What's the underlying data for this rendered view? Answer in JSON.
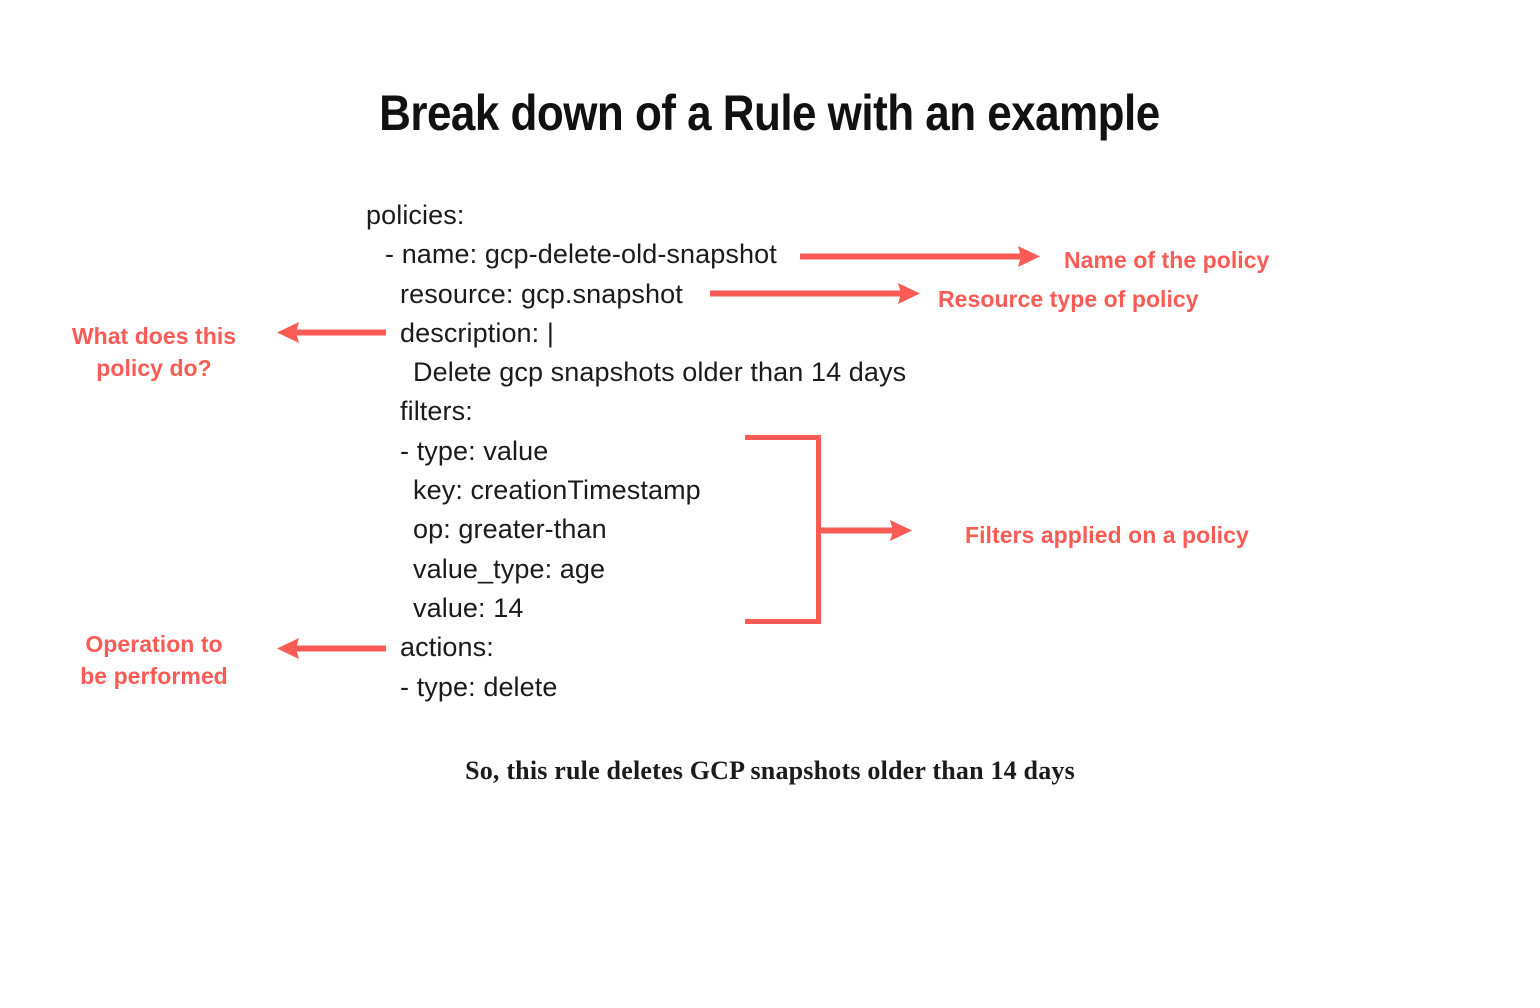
{
  "page": {
    "title": "Break down of a Rule with an example",
    "background_color": "#ffffff",
    "accent_color": "#fa5b55",
    "text_color": "#1b1b1b",
    "caption": "So, this rule deletes GCP snapshots older than 14 days"
  },
  "code": {
    "language": "yaml",
    "lines": [
      {
        "indent": 0,
        "text": "policies:"
      },
      {
        "indent": 1,
        "text": "- name: gcp-delete-old-snapshot"
      },
      {
        "indent": 2,
        "text": "resource: gcp.snapshot"
      },
      {
        "indent": 2,
        "text": "description: |"
      },
      {
        "indent": 3,
        "text": "Delete gcp snapshots older than 14 days"
      },
      {
        "indent": 2,
        "text": "filters:"
      },
      {
        "indent": 2,
        "text": "- type: value"
      },
      {
        "indent": 3,
        "text": "key: creationTimestamp"
      },
      {
        "indent": 3,
        "text": "op: greater-than"
      },
      {
        "indent": 3,
        "text": "value_type: age"
      },
      {
        "indent": 3,
        "text": "value: 14"
      },
      {
        "indent": 2,
        "text": "actions:"
      },
      {
        "indent": 2,
        "text": "- type: delete"
      }
    ]
  },
  "annotations": [
    {
      "id": "name-of-the-policy",
      "label": "Name of the policy",
      "side": "right",
      "targets_line": "- name: gcp-delete-old-snapshot"
    },
    {
      "id": "resource-type-of-policy",
      "label": "Resource type of policy",
      "side": "right",
      "targets_line": "resource: gcp.snapshot"
    },
    {
      "id": "what-does-this-policy-do",
      "label": "What does this\npolicy do?",
      "side": "left",
      "targets_line": "description: |"
    },
    {
      "id": "filters-applied-on-a-policy",
      "label": "Filters applied on a policy",
      "side": "right",
      "targets_line": "filters block"
    },
    {
      "id": "operation-to-be-performed",
      "label": "Operation to\nbe performed",
      "side": "left",
      "targets_line": "actions:"
    }
  ]
}
